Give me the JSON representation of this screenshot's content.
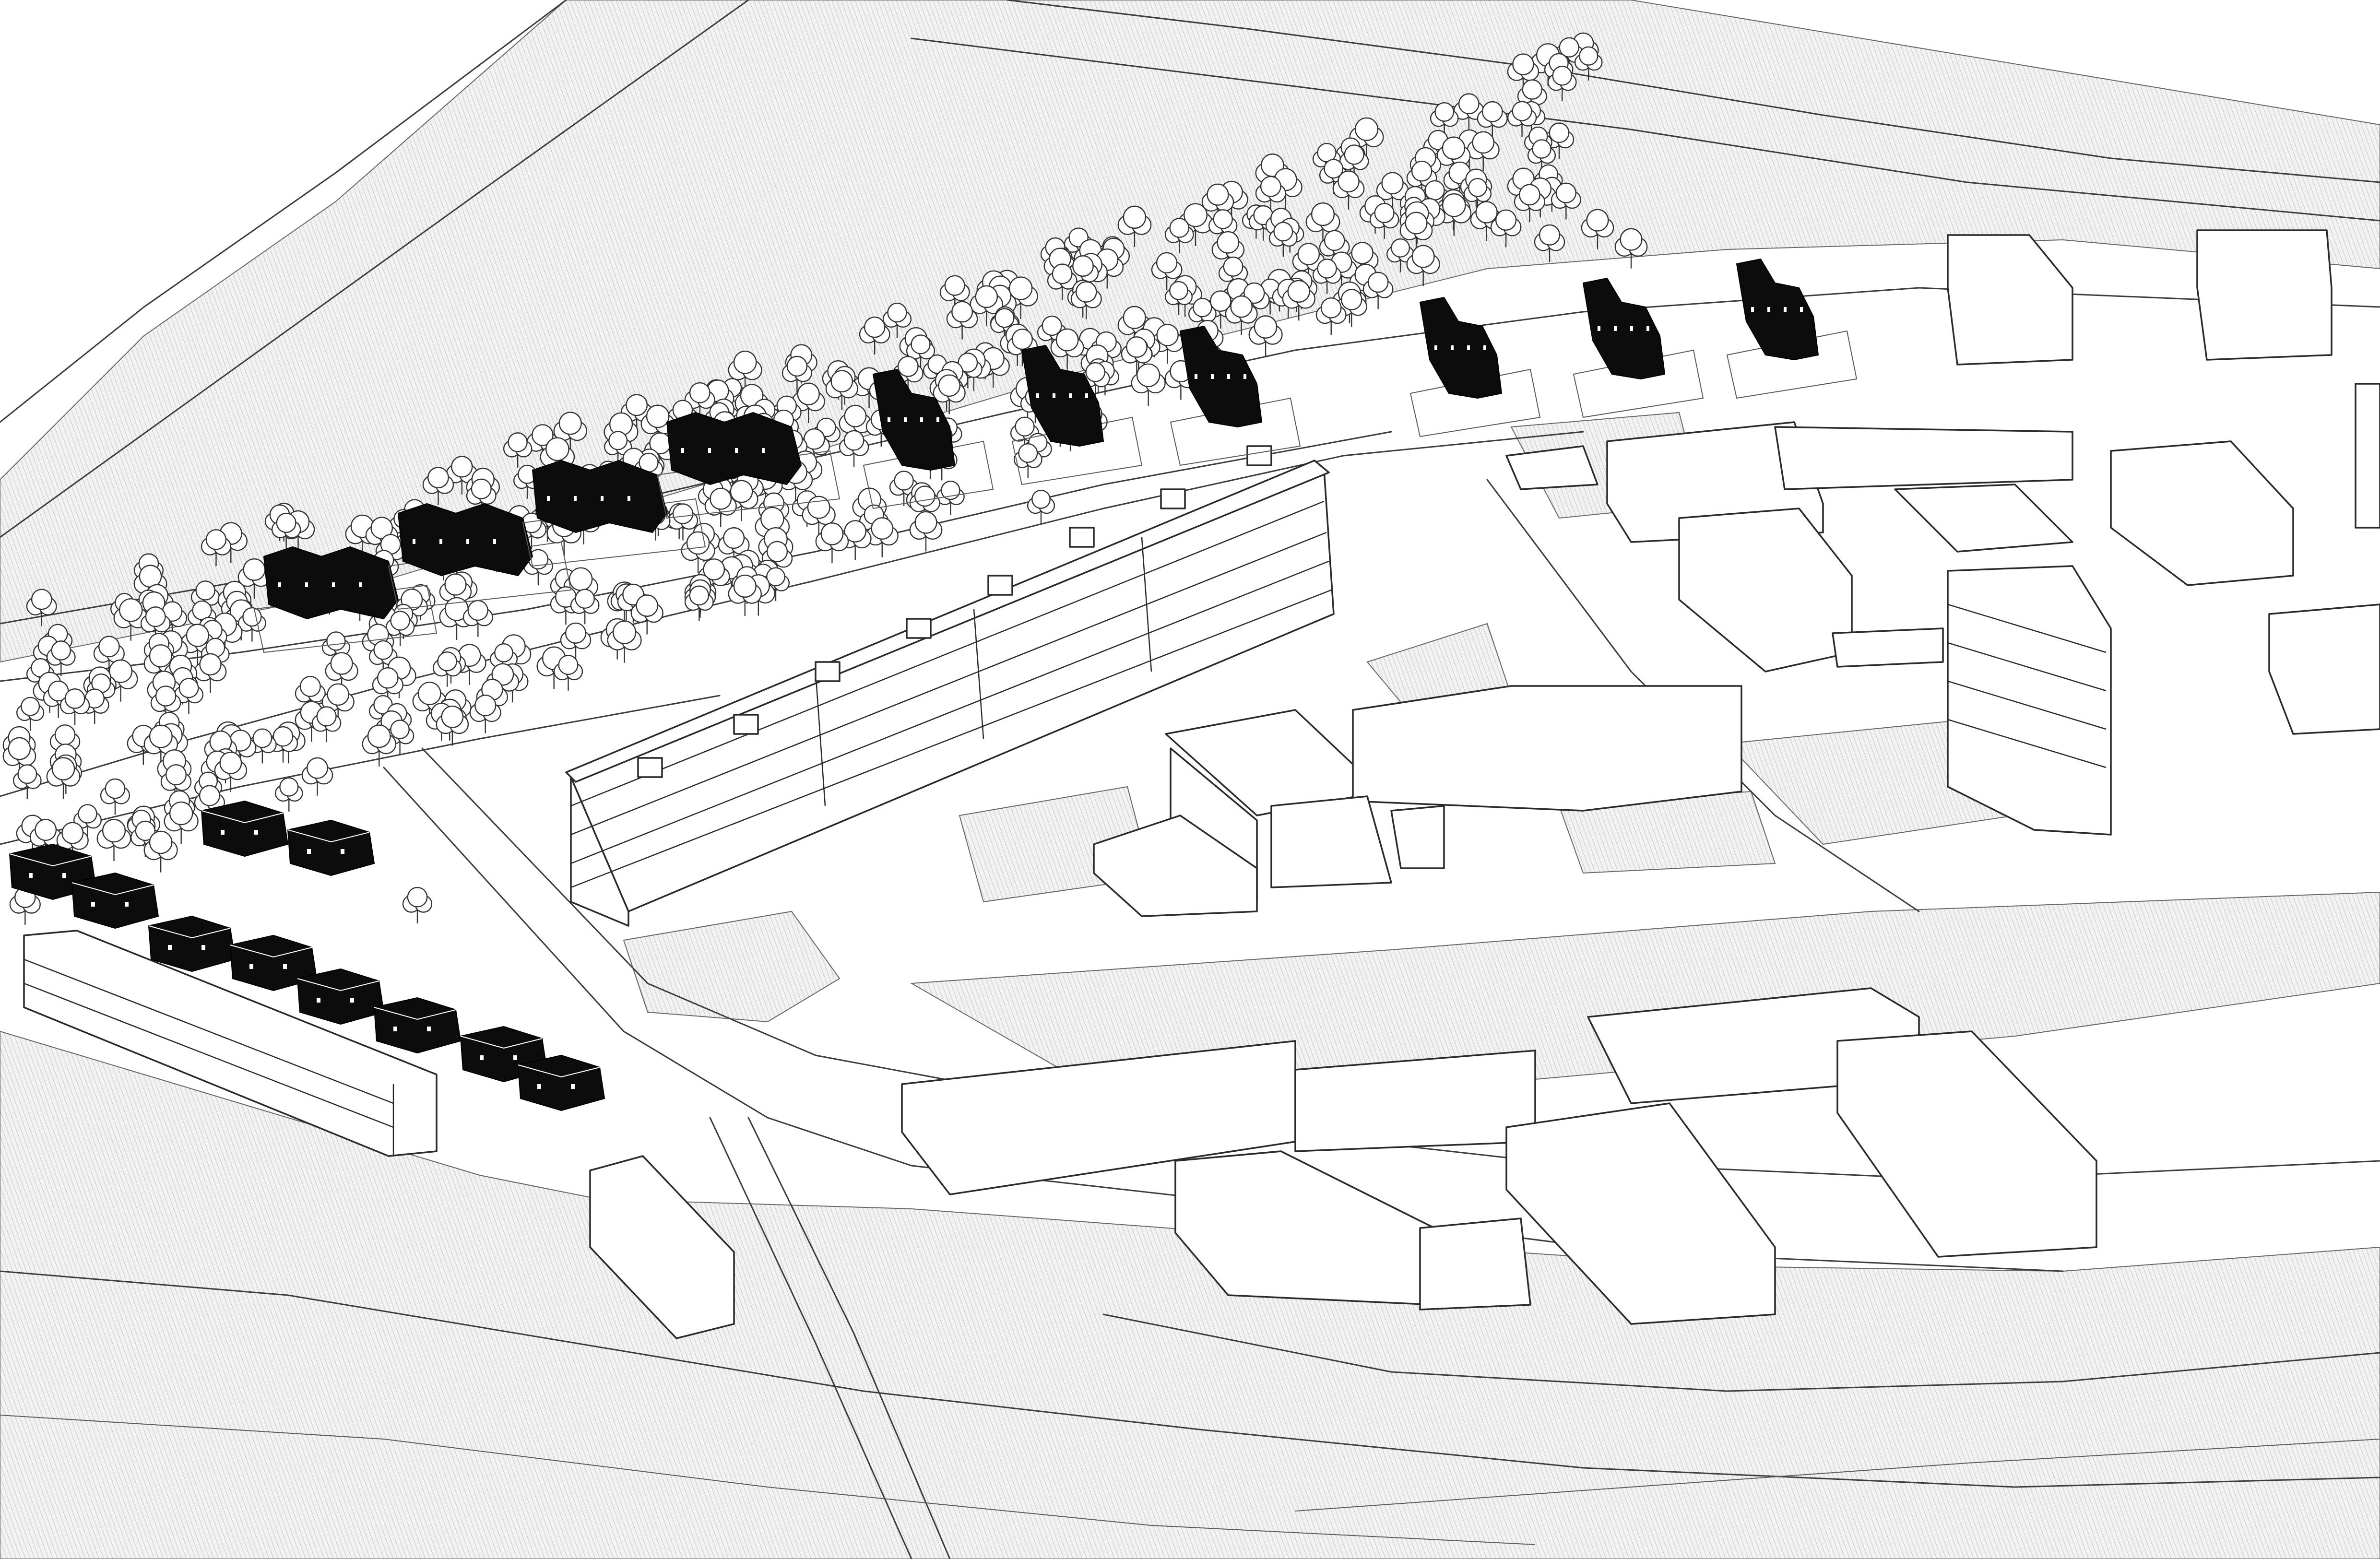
{
  "colors": {
    "background": "#ffffff",
    "line": "#2a2a2a",
    "hatch": "#bdbdbd",
    "new_buildings": "#0c0c0c",
    "existing_buildings": "#ffffff"
  },
  "icons": {
    "tree": "tree-icon"
  },
  "drawing": {
    "style": "axonometric site plan, line drawing",
    "new_terraced_houses_upper": 10,
    "new_detached_houses_lower": 10,
    "highlighted_building_color": "black"
  }
}
